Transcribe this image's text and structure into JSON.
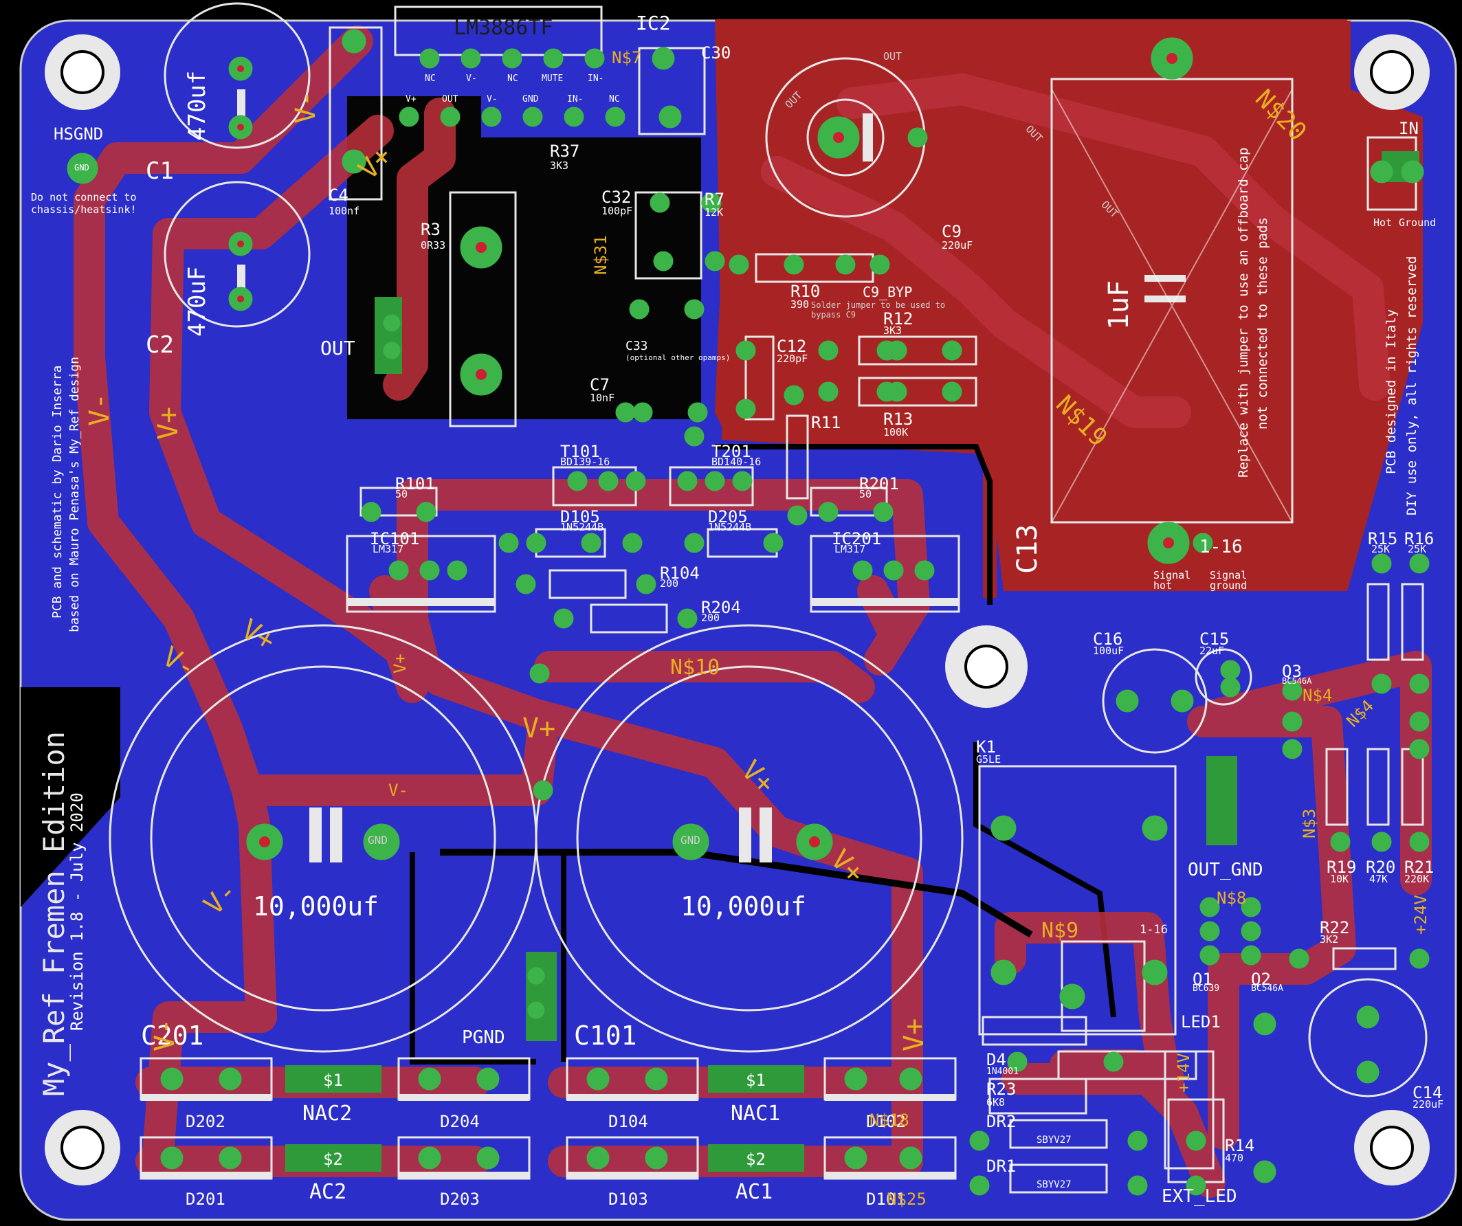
{
  "board": {
    "colors": {
      "background": "#000000",
      "bottom_copper": "#2b2ec9",
      "top_copper": "#a82424",
      "trace_top": "#b9303a",
      "silkscreen": "#ffffff",
      "pad": "#3cb44a",
      "via": "#3cb44a",
      "value_text": "#e8b020"
    },
    "title": "My_Ref Fremen Edition",
    "revision": "Revision 1.8 - July 2020",
    "credits_line1": "PCB and schematic by Dario Inserra",
    "credits_line2": "based on Mauro Penasa's My_Ref design",
    "designed_line1": "PCB designed in Italy",
    "designed_line2": "DIY use only, all rights reserved",
    "replace_line1": "Replace with jumper to use an offboard cap",
    "replace_line2": "not connected to these pads",
    "hsgnd_note1": "Do not connect to",
    "hsgnd_note2": "chassis/heatsink!",
    "c9_note1": "Solder jumper to be used to",
    "c9_note2": "bypass C9"
  },
  "ic2": {
    "name": "LM3886TF",
    "ref": "IC2",
    "pins_top": [
      "NC",
      "V-",
      "NC",
      "MUTE",
      "IN-"
    ],
    "pins_bottom": [
      "V+",
      "OUT",
      "V-",
      "GND",
      "IN-",
      "NC"
    ]
  },
  "components": {
    "c1": {
      "ref": "C1",
      "value": "470uf"
    },
    "c2": {
      "ref": "C2",
      "value": "470uF"
    },
    "c4": {
      "ref": "C4",
      "value": "100nf"
    },
    "c9": {
      "ref": "C9",
      "value": "220uF",
      "byp": "C9_BYP"
    },
    "c12": {
      "ref": "C12",
      "value": "220pF"
    },
    "c13": {
      "ref": "C13",
      "value": "1uF"
    },
    "c14": {
      "ref": "C14",
      "value": "220uF"
    },
    "c15": {
      "ref": "C15",
      "value": "22uF"
    },
    "c16": {
      "ref": "C16",
      "value": "100uF"
    },
    "c32": {
      "ref": "C32",
      "value": "100pF"
    },
    "c33": {
      "ref": "C33",
      "note": "(optional other opamps)"
    },
    "c7": {
      "ref": "C7",
      "value": "10nF"
    },
    "c30": {
      "ref": "C30"
    },
    "c101": {
      "ref": "C101",
      "value": "10,000uf"
    },
    "c201": {
      "ref": "C201",
      "value": "10,000uf"
    },
    "r3": {
      "ref": "R3",
      "value": "0R33"
    },
    "r7": {
      "ref": "R7",
      "value": "12K"
    },
    "r10": {
      "ref": "R10",
      "value": "390"
    },
    "r11": {
      "ref": "R11"
    },
    "r12": {
      "ref": "R12",
      "value": "3K3"
    },
    "r13": {
      "ref": "R13",
      "value": "100K"
    },
    "r14": {
      "ref": "R14",
      "value": "470"
    },
    "r15": {
      "ref": "R15",
      "value": "25K"
    },
    "r16": {
      "ref": "R16",
      "value": "25K"
    },
    "r19": {
      "ref": "R19",
      "value": "10K"
    },
    "r20": {
      "ref": "R20",
      "value": "47K"
    },
    "r21": {
      "ref": "R21",
      "value": "220K"
    },
    "r22": {
      "ref": "R22",
      "value": "3K2"
    },
    "r23": {
      "ref": "R23",
      "value": "6K8"
    },
    "r37": {
      "ref": "R37",
      "value": "3K3"
    },
    "r101": {
      "ref": "R101",
      "value": "50"
    },
    "r104": {
      "ref": "R104",
      "value": "200"
    },
    "r201": {
      "ref": "R201",
      "value": "50"
    },
    "r204": {
      "ref": "R204",
      "value": "200"
    },
    "t101": {
      "ref": "T101",
      "value": "BD139-16"
    },
    "t201": {
      "ref": "T201",
      "value": "BD140-16"
    },
    "d105": {
      "ref": "D105",
      "value": "1N5244B"
    },
    "d205": {
      "ref": "D205",
      "value": "1N5244B"
    },
    "ic101": {
      "ref": "IC101",
      "value": "LM317"
    },
    "ic201": {
      "ref": "IC201",
      "value": "LM317"
    },
    "k1": {
      "ref": "K1",
      "value": "G5LE"
    },
    "q1": {
      "ref": "Q1",
      "value": "BC639"
    },
    "q2": {
      "ref": "Q2",
      "value": "BC546A"
    },
    "q3": {
      "ref": "Q3",
      "value": "BC546A"
    },
    "d4": {
      "ref": "D4",
      "value": "1N4001"
    },
    "led1": {
      "ref": "LED1"
    },
    "dr1": {
      "ref": "DR1",
      "value": "SBYV27"
    },
    "dr2": {
      "ref": "DR2",
      "value": "SBYV27"
    },
    "d101": {
      "ref": "D101"
    },
    "d102": {
      "ref": "D102"
    },
    "d103": {
      "ref": "D103"
    },
    "d104": {
      "ref": "D104"
    },
    "d201": {
      "ref": "D201"
    },
    "d202": {
      "ref": "D202"
    },
    "d203": {
      "ref": "D203"
    },
    "d204": {
      "ref": "D204"
    }
  },
  "connectors": {
    "hsgnd": "HSGND",
    "gnd": "GND",
    "out": "OUT",
    "in": "IN",
    "in_hot": "Hot",
    "in_ground": "Ground",
    "signal_hot": "Signal hot",
    "signal_ground": "Signal ground",
    "pgnd": "PGND",
    "out_gnd": "OUT_GND",
    "ext_led": "EXT_LED",
    "nac1": "NAC1",
    "nac2": "NAC2",
    "ac1": "AC1",
    "ac2": "AC2",
    "s1": "$1",
    "s2": "$2"
  },
  "nets": {
    "vplus": "V+",
    "vminus": "V-",
    "n10": "N$10",
    "n19": "N$19",
    "n20": "N$20",
    "n3": "N$3",
    "n4": "N$4",
    "n7": "N$7",
    "n8": "N$8",
    "n9": "N$9",
    "n18": "N$18",
    "n25": "N$25",
    "n31": "N$31",
    "plus24": "+24V",
    "plus14": "+14V",
    "s1_16": "1-16",
    "gnd": "GND",
    "out": "OUT"
  }
}
